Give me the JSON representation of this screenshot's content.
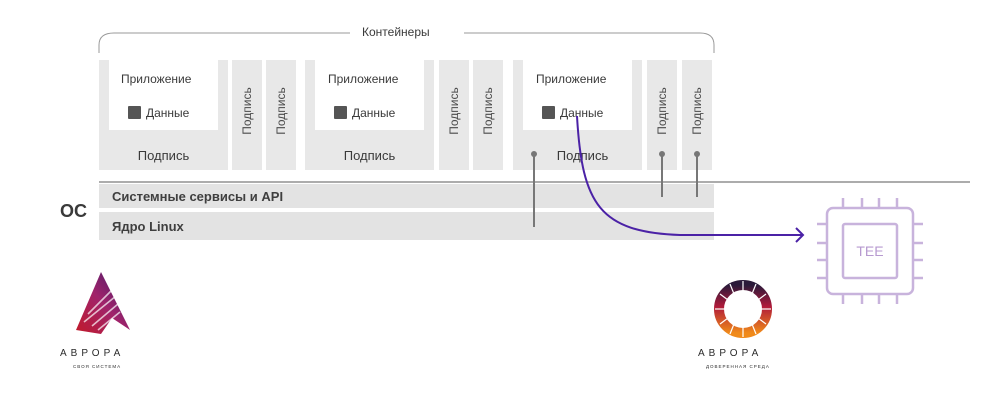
{
  "containers_label": "Контейнеры",
  "containers": [
    {
      "app_label": "Приложение",
      "data_label": "Данные",
      "signature_bottom": "Подпись",
      "signature_sides": [
        "Подпись",
        "Подпись"
      ]
    },
    {
      "app_label": "Приложение",
      "data_label": "Данные",
      "signature_bottom": "Подпись",
      "signature_sides": [
        "Подпись",
        "Подпись"
      ]
    },
    {
      "app_label": "Приложение",
      "data_label": "Данные",
      "signature_bottom": "Подпись",
      "signature_sides": [
        "Подпись",
        "Подпись"
      ]
    }
  ],
  "os_label": "ОС",
  "layers": {
    "services": "Системные сервисы и API",
    "kernel": "Ядро Linux"
  },
  "tee_label": "TEE",
  "logos": [
    {
      "name": "АВРОРА",
      "tagline": "своя система"
    },
    {
      "name": "АВРОРА",
      "tagline": "доверенная среда"
    }
  ],
  "colors": {
    "arrow": "#4b22a6",
    "tee": "#c8b3dc",
    "block": "#e8e8e8",
    "bar": "#e3e3e3"
  }
}
